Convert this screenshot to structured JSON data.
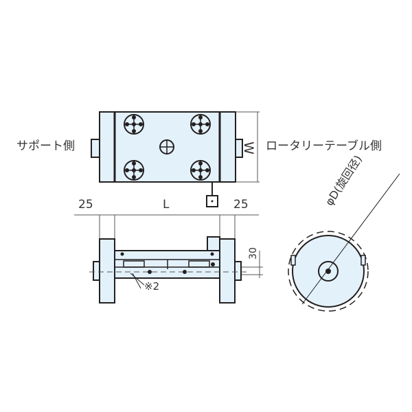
{
  "labels": {
    "support_side": "サポート側",
    "rotary_side": "ロータリーテーブル側",
    "width": "W",
    "length": "L",
    "dim_left": "25",
    "dim_right": "25",
    "height": "30",
    "note": "※2",
    "diameter": "φD(旋回径)"
  },
  "colors": {
    "fill": "#e3f1fb",
    "stroke": "#231f20",
    "dim_line": "#555555"
  }
}
